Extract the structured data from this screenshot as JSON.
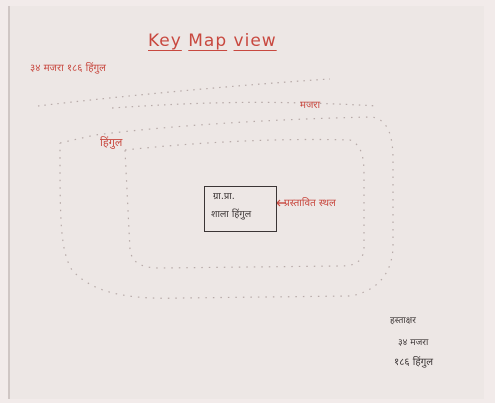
{
  "map": {
    "title_part1": "Key",
    "title_part2": "Map",
    "title_part3": "view",
    "sub_header": "३४ मजरा १८६ हिंगुल",
    "label_top_right": "मजरा",
    "label_left": "हिंगुल",
    "arrow_label": "प्रस्तावित स्थल",
    "box_line1": "ग्रा.प्रा.",
    "box_line2": "शाला हिंगुल",
    "signature": {
      "line1": "हस्ताक्षर",
      "line2": "३४ मजरा",
      "line3": "१८६ हिंगुल"
    }
  },
  "colors": {
    "ink_red": "#c8483f",
    "ink_dark": "#3b3535",
    "paper": "#ede7e5"
  }
}
